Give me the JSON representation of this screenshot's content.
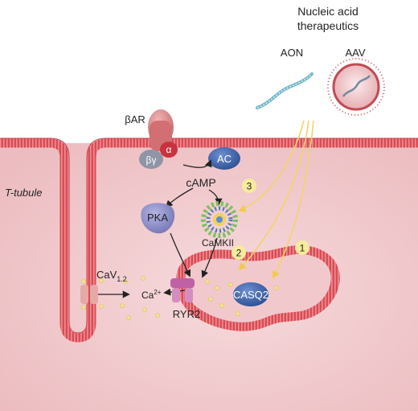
{
  "title_line1": "Nucleic acid",
  "title_line2": "therapeutics",
  "aon_label": "AON",
  "aav_label": "AAV",
  "bar_label": "βAR",
  "bg_label": "βγ",
  "alpha_label": "α",
  "ac_label": "AC",
  "ttubule_label": "T-tubule",
  "camp_label": "cAMP",
  "pka_label": "PKA",
  "camkii_label": "CaMKII",
  "cav_label": "CaV",
  "cav_sub": "1.2",
  "ca_label": "Ca",
  "ca_sup": "2+",
  "ryr2_label": "RYR2",
  "casq2_label": "CASQ2",
  "route_numbers": [
    "1",
    "2",
    "3"
  ],
  "colors": {
    "membrane": "#d9545b",
    "cytoplasm": "#f3d3d5",
    "route_arrow": "#f3d36a",
    "route_badge": "#f7eb9c",
    "protein_blue": "#3b63a8",
    "pka": "#8e8fc7",
    "ryr2": "#c061a5"
  }
}
